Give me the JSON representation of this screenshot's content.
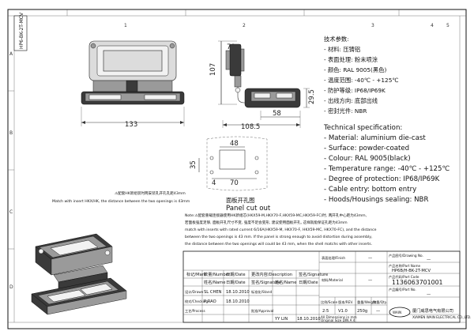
{
  "zones": {
    "top": [
      "1",
      "2",
      "3",
      "4",
      "5"
    ],
    "side": [
      "A",
      "B",
      "C",
      "D"
    ]
  },
  "corner_tab": "HP6-BK-2T-MCV",
  "dims": {
    "width_133": "133",
    "height_107": "107",
    "side_70": "70",
    "side_58": "58",
    "side_108": "108.5",
    "side_29": "29.5",
    "cut_48": "48",
    "cut_70": "70",
    "cut_35": "35",
    "cut_4": "4"
  },
  "warning_line1": "⚠配套HK新组装时两安装孔开孔孔距43mm",
  "warning_line2": "Match with insert HKX/HK, the distance between the two openings is 43mm",
  "panel_cutout_cn": "面板开孔图",
  "panel_cutout_en": "Panel cut out",
  "specs_cn_title": "技术参数:",
  "specs_cn": [
    "- 材料: 压铸铝",
    "- 表面处理: 粉末喷涂",
    "- 颜色: RAL 9005(黑色)",
    "- 温度范围: -40℃ - +125℃",
    "- 防护等级: IP68/IP69K",
    "- 出线方向: 底部出线",
    "- 密封光件: NBR"
  ],
  "specs_en_title": "Technical specification:",
  "specs_en": [
    "- Material: aluminium die-cast",
    "- Surface: powder-coated",
    "- Colour: RAL 9005(black)",
    "- Temperature range: -40℃ - +125℃",
    "- Degree of protection: IP68/IP69K",
    "- Cable entry: bottom entry",
    "- Hoods/Housings sealing: NBR"
  ],
  "note_lines": [
    "Note:⚠配套重载连接器使用HK新组芯(HKX59-M,HKX70-F,HKX59-MC,HKX59-FC)时, 两开孔中心距为43mm,",
    "若面板强度足够, 面板开孔尺寸不变, 强度不足会变形, 建议使用面板开孔, 这样就能保证孔距为43mm",
    "match with inserts with rated current 6/16A(HKX59-M, HKX70-F, HKX59-MC, HKX70-FC), and the distance",
    "between the two openings is 43 mm. If the panel is strong enough to avoid distortion during assembly,",
    "the distance between the two openings will could be 43 mm, when the shell matchs with other inserts."
  ],
  "title_block": {
    "mark_label": "标记/Mark",
    "number_label": "数量/Number",
    "date_label": "日期/Date",
    "desc_label": "更改内容/Description",
    "sig_label": "签名/Signature",
    "name_label": "姓名/Name",
    "drawn_label": "设计/Drawn",
    "checking_label": "校对/Checking",
    "process_label": "工艺/Process",
    "approval_label": "批准/Approval",
    "stand_label": "标准化/Stand",
    "drawn_name": "SL CHEN",
    "drawn_date": "18.10.2010",
    "check_name": "P RAO",
    "check_date": "18.10.2010",
    "approve_name": "YY LIN",
    "approve_date": "18.10.2010",
    "finish_label": "表面处理/Finish",
    "finish_value": "—",
    "material_label": "材料/Material",
    "material_value": "—",
    "scale_label": "比例/Scale",
    "scale_value": "2:5",
    "rev_label": "版本/REV.",
    "rev_value": "V1.0",
    "weight_label": "重量/Weight",
    "weight_value": "250g",
    "qty_label": "数量/Qty.",
    "qty_value": "—",
    "drawing_no_label": "产品图号/Drawing No.",
    "drawing_no_value": "—",
    "part_name_label": "产品名称/Part Name",
    "part_name_value": "HP6B/H-BK-2T-MCV",
    "part_code_label": "产品代码/Part Code",
    "part_code_value": "1136063701001",
    "part_no_label": "产品编号/Part No.",
    "part_no_value": "—",
    "tolerance_line1": "All Dimensions in mm",
    "tolerance_line2": "Original Size DIN A 4",
    "company_cn": "厦门威思电气有限公司",
    "company_en": "XIAMEN WAIN ELECTRICAL CO.,LTD.",
    "logo_text": "WAIN"
  }
}
